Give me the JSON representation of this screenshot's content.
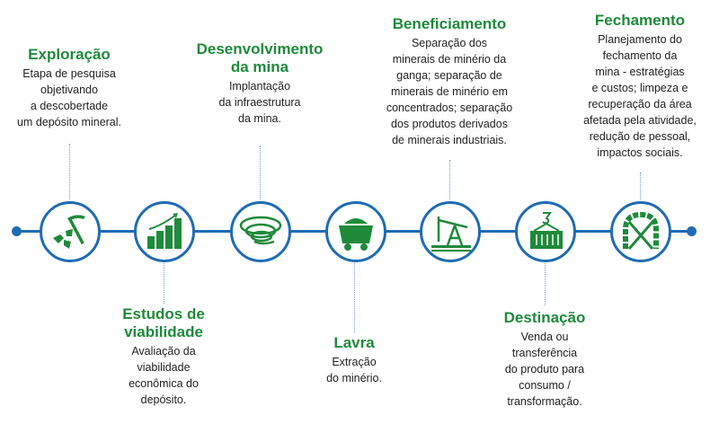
{
  "colors": {
    "accent_green": "#1e8a3a",
    "line_blue": "#1f6bb5"
  },
  "stages": [
    {
      "title": "Exploração",
      "lines": [
        "Etapa de pesquisa",
        "objetivando",
        "a descobertade",
        "um depósito mineral."
      ],
      "icon": "pickaxe-rocks-icon"
    },
    {
      "title": "Estudos de viabilidade",
      "title_lines": [
        "Estudos de",
        "viabilidade"
      ],
      "lines": [
        "Avaliação da",
        "viabilidade",
        "econômica do",
        "depósito."
      ],
      "icon": "growth-chart-icon"
    },
    {
      "title": "Desenvolvimento da mina",
      "title_lines": [
        "Desenvolvimento",
        "da mina"
      ],
      "lines": [
        "Implantação",
        "da infraestrutura",
        "da mina."
      ],
      "icon": "open-pit-icon"
    },
    {
      "title": "Lavra",
      "lines": [
        "Extração",
        "do minério."
      ],
      "icon": "mine-cart-icon"
    },
    {
      "title": "Beneficiamento",
      "lines": [
        "Separação dos",
        "minerais de minério da",
        "ganga; separação de",
        "minerais de minério em",
        "concentrados; separação",
        "dos produtos derivados",
        "de minerais industriais."
      ],
      "icon": "pump-jack-icon"
    },
    {
      "title": "Destinação",
      "lines": [
        "Venda ou",
        "transferência",
        "do produto para",
        "consumo /",
        "transformação."
      ],
      "icon": "container-crane-icon"
    },
    {
      "title": "Fechamento",
      "lines": [
        "Planejamento do",
        "fechamento da",
        "mina - estratégias",
        "e custos; limpeza e",
        "recuperação da área",
        "afetada pela atividade,",
        "redução de pessoal,",
        "impactos sociais."
      ],
      "icon": "closed-arch-icon"
    }
  ]
}
